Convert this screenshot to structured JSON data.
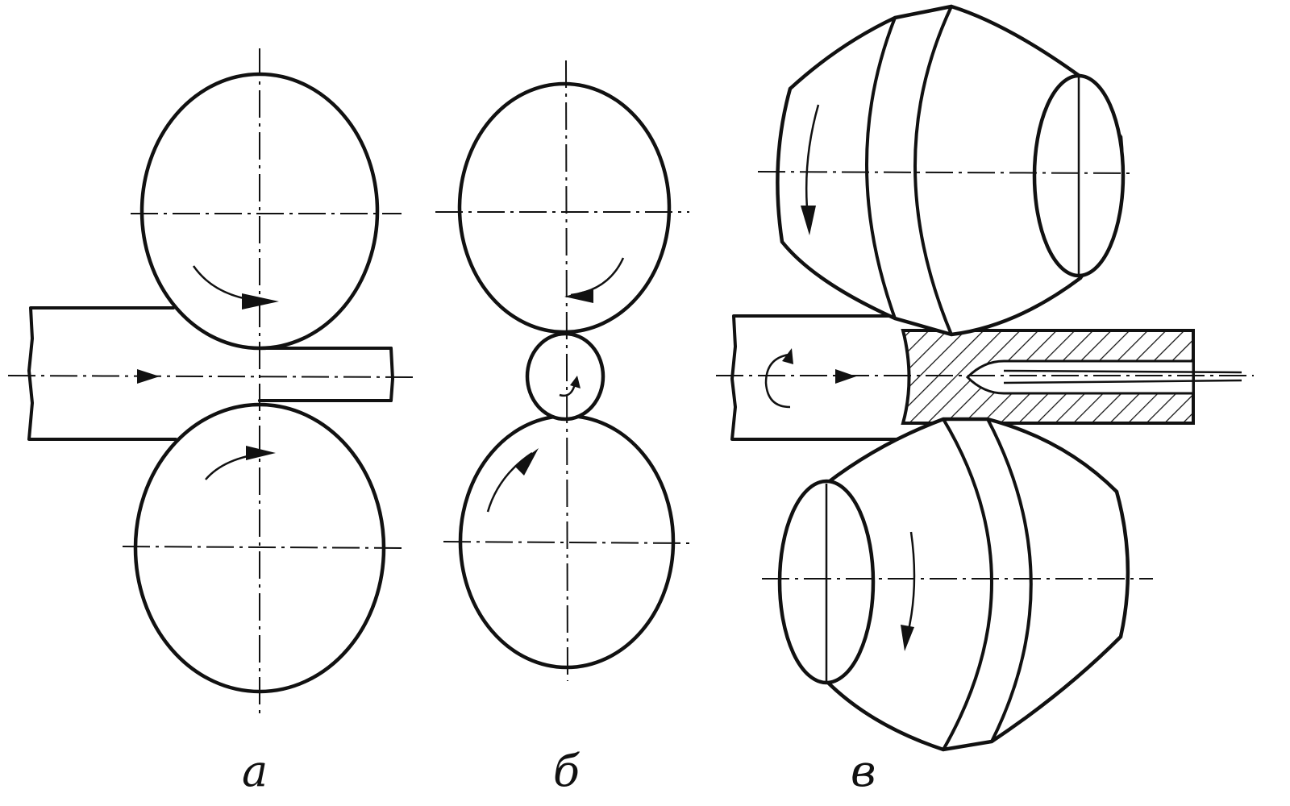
{
  "figure": {
    "panels": [
      {
        "id": "a",
        "label": "а"
      },
      {
        "id": "b",
        "label": "б"
      },
      {
        "id": "c",
        "label": "в"
      }
    ]
  }
}
